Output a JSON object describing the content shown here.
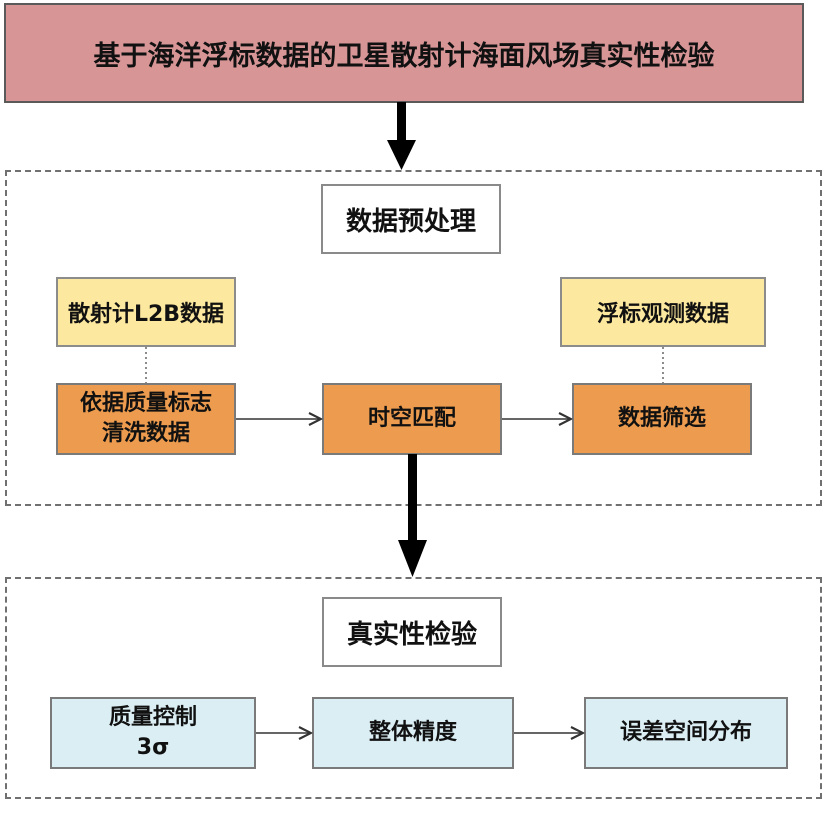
{
  "title": "基于海洋浮标数据的卫星散射计海面风场真实性检验",
  "preprocess": {
    "header": "数据预处理",
    "scatter_data": "散射计L2B数据",
    "buoy_data": "浮标观测数据",
    "clean_line1": "依据质量标志",
    "clean_line2": "清洗数据",
    "match": "时空匹配",
    "filter": "数据筛选"
  },
  "validation": {
    "header": "真实性检验",
    "qc_line1": "质量控制",
    "qc_line2": "3σ",
    "accuracy": "整体精度",
    "error_dist": "误差空间分布"
  }
}
